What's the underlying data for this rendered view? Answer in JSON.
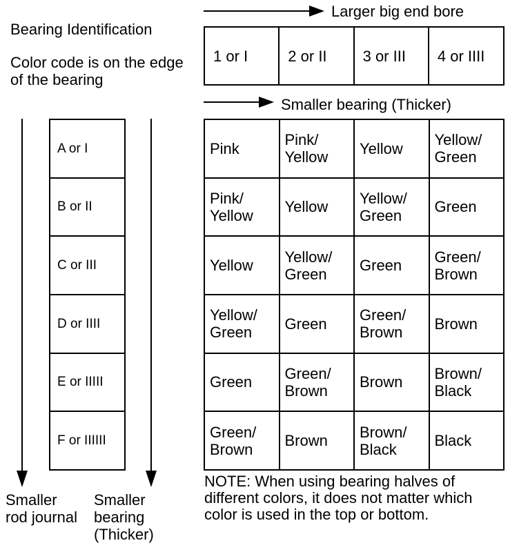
{
  "header": {
    "title": "Bearing Identification",
    "subtitle": "Color code is on the edge of the bearing"
  },
  "top_arrow_label": "Larger big end bore",
  "middle_arrow_label": "Smaller bearing (Thicker)",
  "columns": [
    "1 or I",
    "2 or II",
    "3 or III",
    "4 or IIII"
  ],
  "rows": [
    "A or I",
    "B or II",
    "C or III",
    "D or IIII",
    "E or IIIII",
    "F or IIIIII"
  ],
  "grid": [
    [
      "Pink",
      "Pink/ Yellow",
      "Yellow",
      "Yellow/ Green"
    ],
    [
      "Pink/ Yellow",
      "Yellow",
      "Yellow/ Green",
      "Green"
    ],
    [
      "Yellow",
      "Yellow/ Green",
      "Green",
      "Green/ Brown"
    ],
    [
      "Yellow/ Green",
      "Green",
      "Green/ Brown",
      "Brown"
    ],
    [
      "Green",
      "Green/ Brown",
      "Brown",
      "Brown/ Black"
    ],
    [
      "Green/ Brown",
      "Brown",
      "Brown/ Black",
      "Black"
    ]
  ],
  "left_labels": {
    "journal": "Smaller rod journal",
    "bearing": "Smaller bearing (Thicker)"
  },
  "note": "NOTE: When using bearing halves of different colors, it does not matter which color is used in the top or bottom."
}
